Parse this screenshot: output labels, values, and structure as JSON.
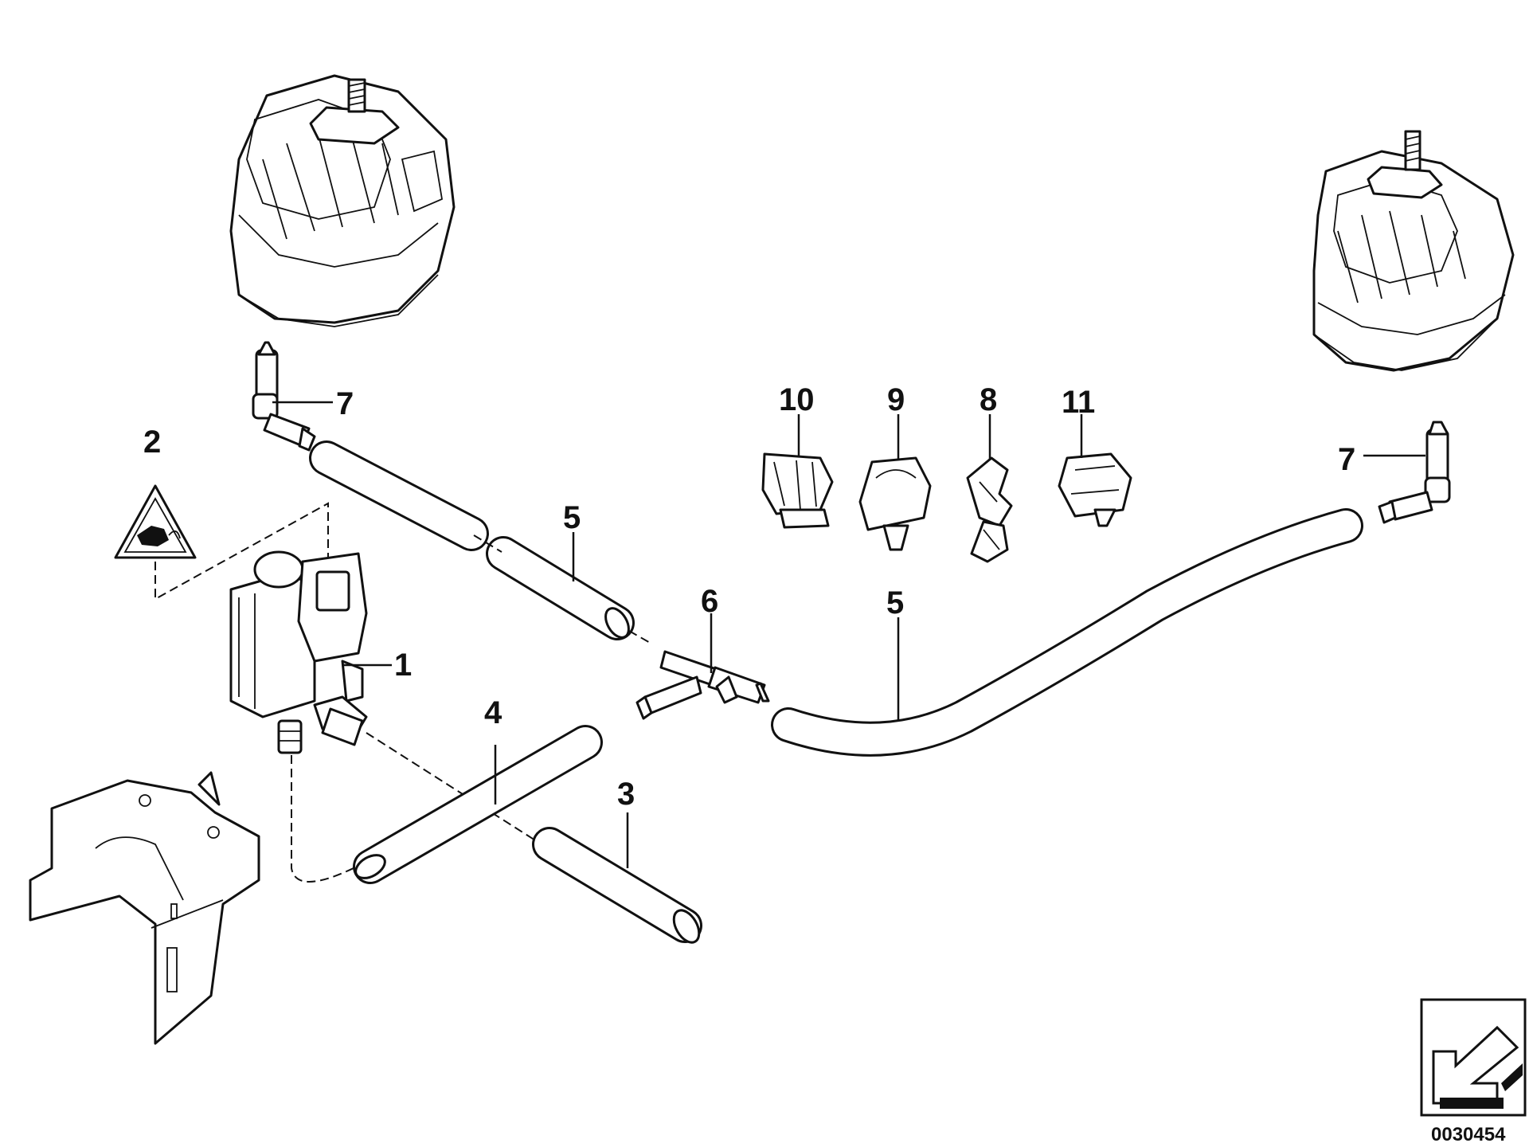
{
  "callouts": {
    "p1": "1",
    "p2": "2",
    "p3": "3",
    "p4": "4",
    "p5a": "5",
    "p5b": "5",
    "p6": "6",
    "p7a": "7",
    "p7b": "7",
    "p8": "8",
    "p9": "9",
    "p10": "10",
    "p11": "11"
  },
  "document_number": "0030454",
  "icons": {
    "warning_label": "warning-triangle-icon",
    "orientation": "orientation-arrow-icon"
  }
}
